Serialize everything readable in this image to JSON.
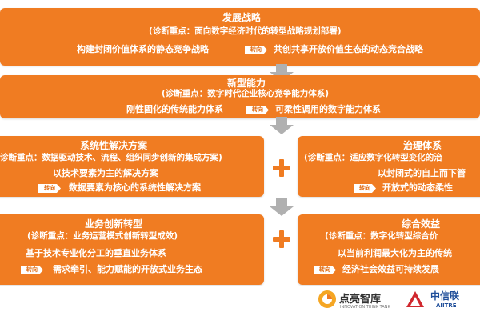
{
  "colors": {
    "box": "#f07c22",
    "arrow": "#b0b0b0",
    "tag_text": "#e06a10"
  },
  "boxes": {
    "strategy": {
      "title": "发展战略",
      "focus": "(诊断重点：面向数字经济时代的转型战略规划部署)",
      "from": "构建封闭价值体系的静态竞争战略",
      "tag": "转向",
      "to": "共创共享开放价值生态的动态竞合战略"
    },
    "capability": {
      "title": "新型能力",
      "focus": "(诊断重点：数字时代企业核心竞争能力体系)",
      "from": "刚性固化的传统能力体系",
      "tag": "转向",
      "to": "可柔性调用的数字能力体系"
    },
    "solution": {
      "title": "系统性解决方案",
      "focus": "诊断重点：数据驱动技术、流程、组织同步创新的集成方案)",
      "from": "以技术要素为主的解决方案",
      "tag": "转向",
      "to": "数据要素为核心的系统性解决方案"
    },
    "governance": {
      "title": "治理体系",
      "focus": "(诊断重点：适应数字化转型变化的治",
      "from": "以封闭式的自上而下管",
      "tag": "转向",
      "to": "开放式的动态柔性"
    },
    "business": {
      "title": "业务创新转型",
      "focus": "(诊断重点：业务运营模式创新转型成效)",
      "from": "基于技术专业化分工的垂直业务体系",
      "tag": "转向",
      "to": "需求牵引、能力赋能的开放式业务生态"
    },
    "benefit": {
      "title": "综合效益",
      "focus": "(诊断重点：数字化转型综合价",
      "from": "以当前利润最大化为主的传统",
      "tag": "转向",
      "to": "经济社会效益可持续发展"
    }
  },
  "icons": [
    "down-arrow-icon",
    "plus-icon"
  ],
  "footer": {
    "logo1_main": "点亮智库",
    "logo1_sub": "INNOVATION THINK TANK",
    "logo2_main": "中信联",
    "logo2_sub": "AIITRE"
  }
}
